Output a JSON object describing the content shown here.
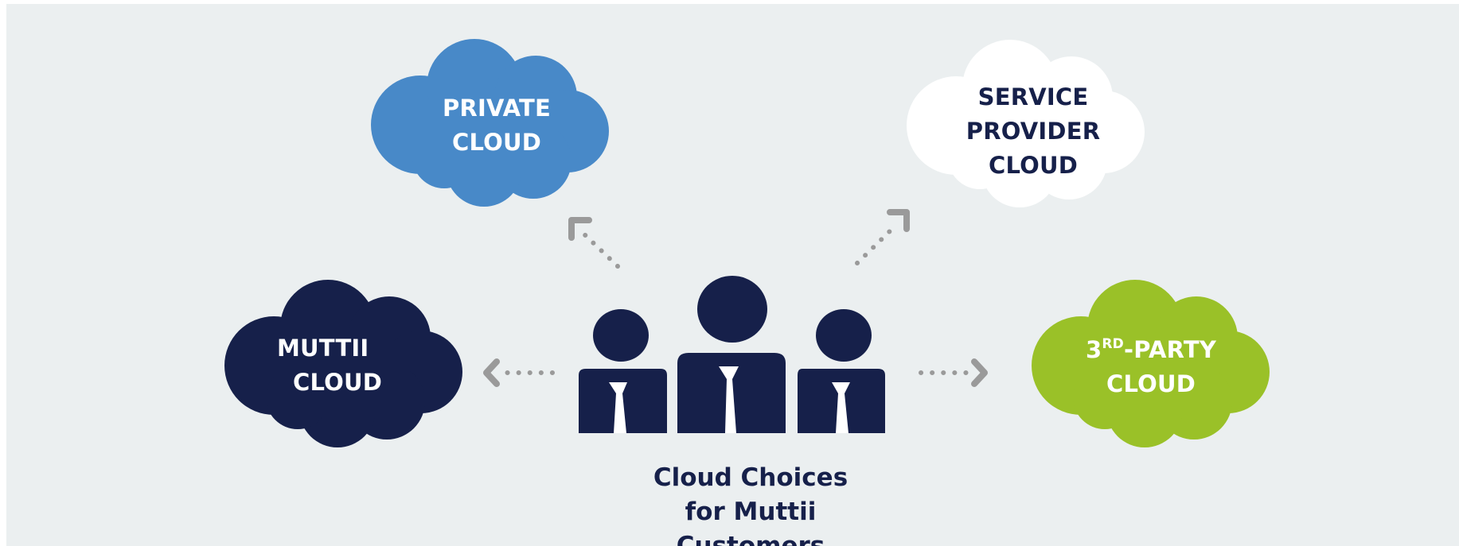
{
  "colors": {
    "background": "#ebeff0",
    "private_cloud": "#4889c8",
    "service_provider_cloud": "#ffffff",
    "muttii_cloud": "#16204a",
    "third_party_cloud": "#9ac128",
    "people": "#16204a",
    "arrows": "#9a9a9a"
  },
  "clouds": {
    "private": {
      "line1": "PRIVATE",
      "line2": "CLOUD"
    },
    "service_provider": {
      "line1": "SERVICE",
      "line2": "PROVIDER",
      "line3": "CLOUD"
    },
    "muttii": {
      "line1": "MUTTII",
      "line2": "CLOUD"
    },
    "third_party": {
      "prefix": "3",
      "superscript": "RD",
      "suffix": "-PARTY",
      "line2": "CLOUD"
    }
  },
  "caption": {
    "line1": "Cloud Choices",
    "line2": "for Muttii",
    "line3": "Customers"
  },
  "icons": [
    "people-group-icon",
    "cloud-icon",
    "dotted-arrow-icon"
  ]
}
